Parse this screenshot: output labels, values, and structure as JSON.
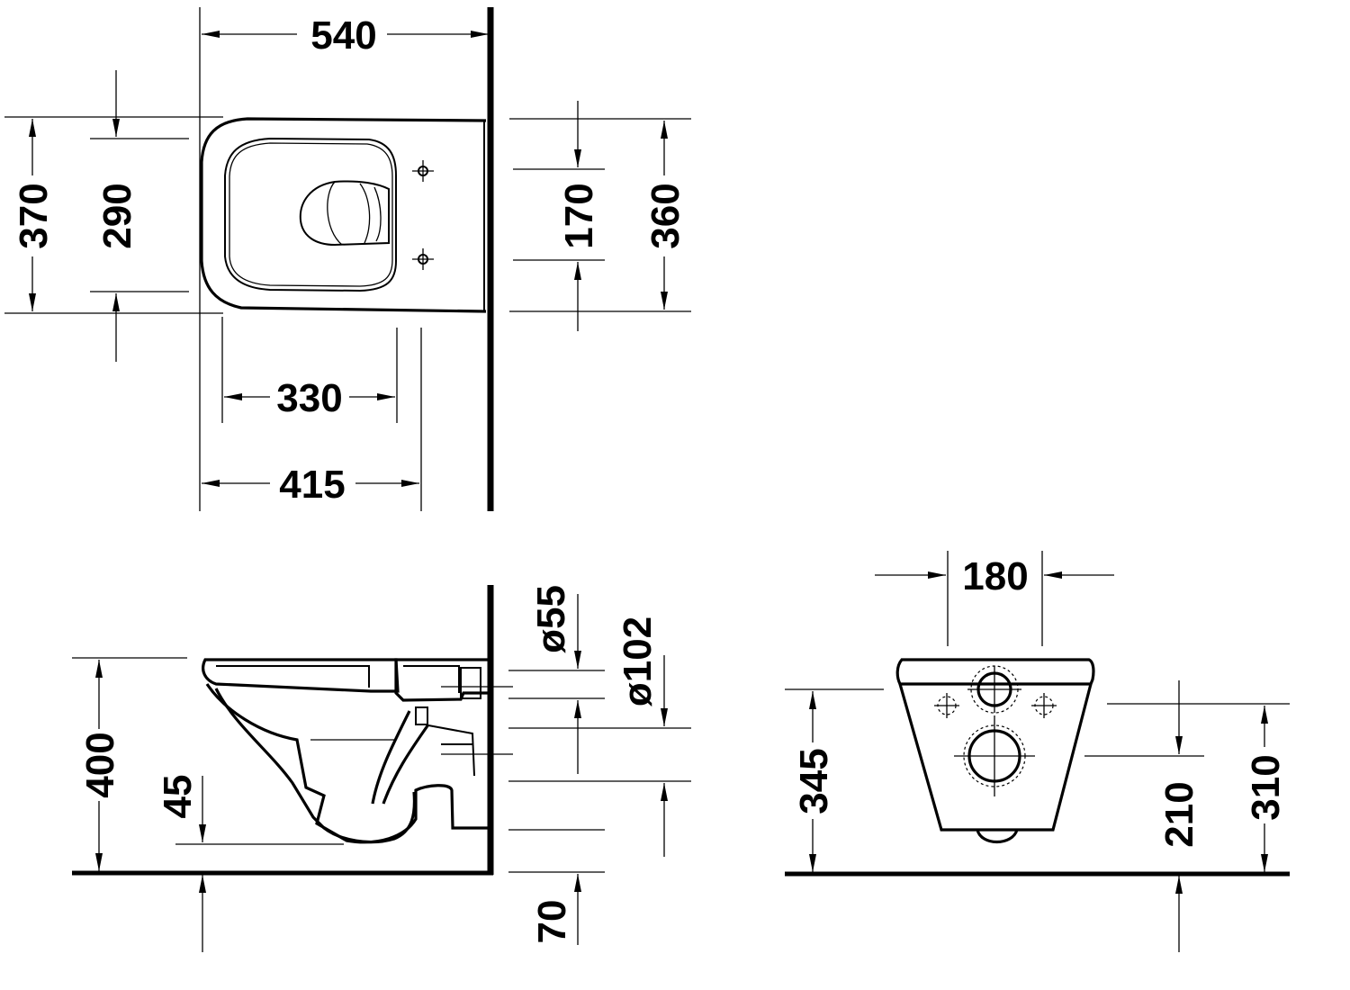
{
  "dimensions": {
    "top_width": "540",
    "top_depth_outer": "370",
    "top_depth_inner": "290",
    "top_fix_spacing": "170",
    "top_width_right": "360",
    "top_bowl_length": "330",
    "top_overall_length": "415",
    "side_height": "400",
    "side_trap_drop": "45",
    "side_inlet_dia": "ø55",
    "side_outlet_dia": "ø102",
    "side_floor_gap": "70",
    "front_spacing": "180",
    "front_height_left": "345",
    "front_height_mid": "210",
    "front_height_right": "310"
  }
}
